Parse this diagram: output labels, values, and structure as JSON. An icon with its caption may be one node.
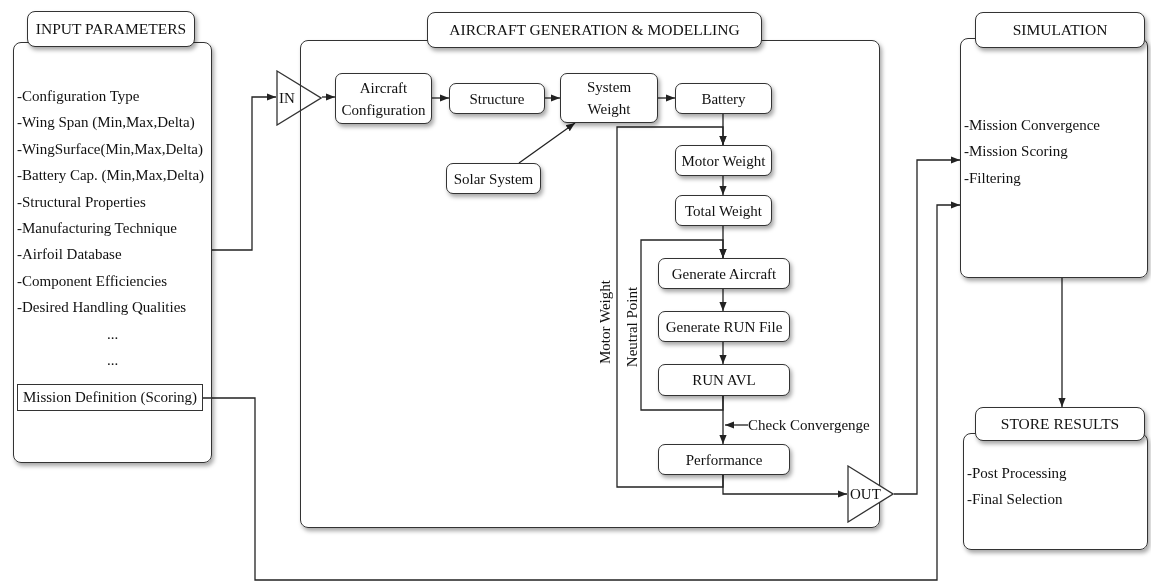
{
  "diagram": {
    "nodes": [
      {
        "text": [
          "INPUT PARAMETERS",
          "-Configuration Type",
          "-Wing Span (Min,Max,Delta)",
          "-WingSurface(Min,Max,Delta)",
          "-Battery Cap. (Min,Max,Delta)",
          "-Structural Properties",
          "-Manufacturing Technique",
          "-Airfoil Database",
          "-Component Efficiencies",
          "-Desired Handling Qualities",
          "...",
          "..."
        ]
      },
      {
        "text": [
          "Mission Definition (Scoring)"
        ],
        "in": 0
      },
      {
        "text": [
          "IN"
        ]
      },
      {
        "text": [
          "AIRCRAFT GENERATION & MODELLING"
        ]
      },
      {
        "text": [
          "Aircraft Configuration"
        ],
        "in": 3
      },
      {
        "text": [
          "Structure"
        ],
        "in": 3
      },
      {
        "text": [
          "System Weight"
        ],
        "in": 3
      },
      {
        "text": [
          "Solar System"
        ],
        "in": 3
      },
      {
        "text": [
          "Battery"
        ],
        "in": 3
      },
      {
        "text": [
          "Motor Weight"
        ],
        "in": 3
      },
      {
        "text": [
          "Total Weight"
        ],
        "in": 3
      },
      {
        "text": [
          "Generate Aircraft"
        ],
        "in": 3
      },
      {
        "text": [
          "Generate RUN File"
        ],
        "in": 3
      },
      {
        "text": [
          "RUN AVL"
        ],
        "in": 3
      },
      {
        "text": [
          "Performance"
        ],
        "in": 3
      },
      {
        "text": [
          "OUT"
        ]
      },
      {
        "text": [
          "SIMULATION",
          "-Mission Convergence",
          "-Mission Scoring",
          "-Filtering"
        ]
      },
      {
        "text": [
          "STORE RESULTS",
          "-Post Processing",
          "-Final Selection"
        ]
      },
      {
        "text": [
          "Check Convergenge"
        ],
        "in": 3
      }
    ],
    "edges": [
      {
        "from": 0,
        "to": 2,
        "arrow": "to"
      },
      {
        "from": 2,
        "to": 4,
        "arrow": "to"
      },
      {
        "from": 4,
        "to": 5,
        "arrow": "to"
      },
      {
        "from": 5,
        "to": 6,
        "arrow": "to"
      },
      {
        "from": 7,
        "to": 6,
        "arrow": "to"
      },
      {
        "from": 6,
        "to": 8,
        "arrow": "to"
      },
      {
        "from": 8,
        "to": 9,
        "arrow": "to"
      },
      {
        "from": 14,
        "to": 9,
        "arrow": "to",
        "label": "Motor Weight"
      },
      {
        "from": 9,
        "to": 10,
        "arrow": "to"
      },
      {
        "from": 10,
        "to": 11,
        "arrow": "to"
      },
      {
        "from": 13,
        "to": 11,
        "arrow": "to",
        "label": "Neutral Point"
      },
      {
        "from": 11,
        "to": 12,
        "arrow": "to"
      },
      {
        "from": 12,
        "to": 13,
        "arrow": "to"
      },
      {
        "from": 13,
        "to": 14,
        "arrow": "to"
      },
      {
        "from": 14,
        "to": 15,
        "arrow": "to"
      },
      {
        "from": 15,
        "to": 16,
        "arrow": "to"
      },
      {
        "from": 1,
        "to": 16,
        "arrow": "to"
      },
      {
        "from": 16,
        "to": 17,
        "arrow": "to"
      },
      {
        "from": 18,
        "to": null,
        "arrow": "to"
      }
    ]
  }
}
